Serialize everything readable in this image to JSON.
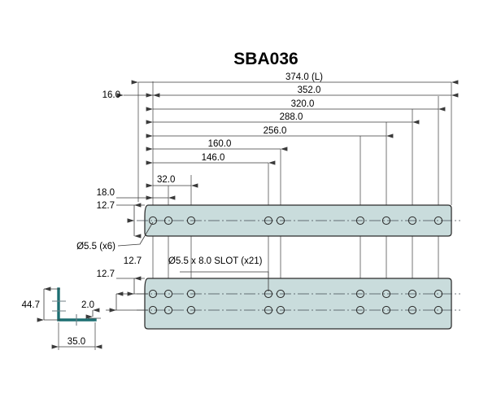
{
  "drawing": {
    "title": "SBA036",
    "part_name": "SBA036",
    "colors": {
      "body_fill": "#c9dcdc",
      "outline": "#2b2b2b",
      "dimension": "#3a3a3a",
      "profile": "#1d6f72",
      "background": "#ffffff",
      "text": "#000000"
    }
  },
  "dimension_stack": {
    "label": "horizontal-dimension-stack",
    "entries": [
      {
        "value": "374.0  (L)",
        "name": "overall-length"
      },
      {
        "value": "352.0",
        "name": "dim-352"
      },
      {
        "value": "320.0",
        "name": "dim-320"
      },
      {
        "value": "288.0",
        "name": "dim-288"
      },
      {
        "value": "256.0",
        "name": "dim-256"
      },
      {
        "value": "160.0",
        "name": "dim-160"
      },
      {
        "value": "146.0",
        "name": "dim-146"
      },
      {
        "value": "32.0",
        "name": "dim-32"
      }
    ]
  },
  "edge_dimensions": {
    "left_offset": "16.0",
    "hole_offset": "18.0",
    "top_view_edge": "12.7",
    "bottom_view_upper": "12.7",
    "bottom_view_lower": "12.7"
  },
  "callouts": {
    "round_holes": "Ø5.5 (x6)",
    "slots": "Ø5.5 x 8.0 SLOT (x21)"
  },
  "section_profile": {
    "name": "l-angle-cross-section",
    "height": "44.7",
    "thickness": "2.0",
    "width": "35.0"
  },
  "views": {
    "top_view_name": "top-flange-view",
    "bottom_view_name": "bottom-web-view",
    "section_view_name": "end-section-view"
  },
  "chart_data": {
    "type": "table",
    "title": "SBA036 bracket hole pattern dimensions (mm)",
    "categories": [
      "374.0 (L)",
      "352.0",
      "320.0",
      "288.0",
      "256.0",
      "160.0",
      "146.0",
      "32.0",
      "18.0",
      "16.0",
      "12.7",
      "44.7",
      "35.0",
      "2.0"
    ],
    "values": [
      374.0,
      352.0,
      320.0,
      288.0,
      256.0,
      160.0,
      146.0,
      32.0,
      18.0,
      16.0,
      12.7,
      44.7,
      35.0,
      2.0
    ]
  }
}
